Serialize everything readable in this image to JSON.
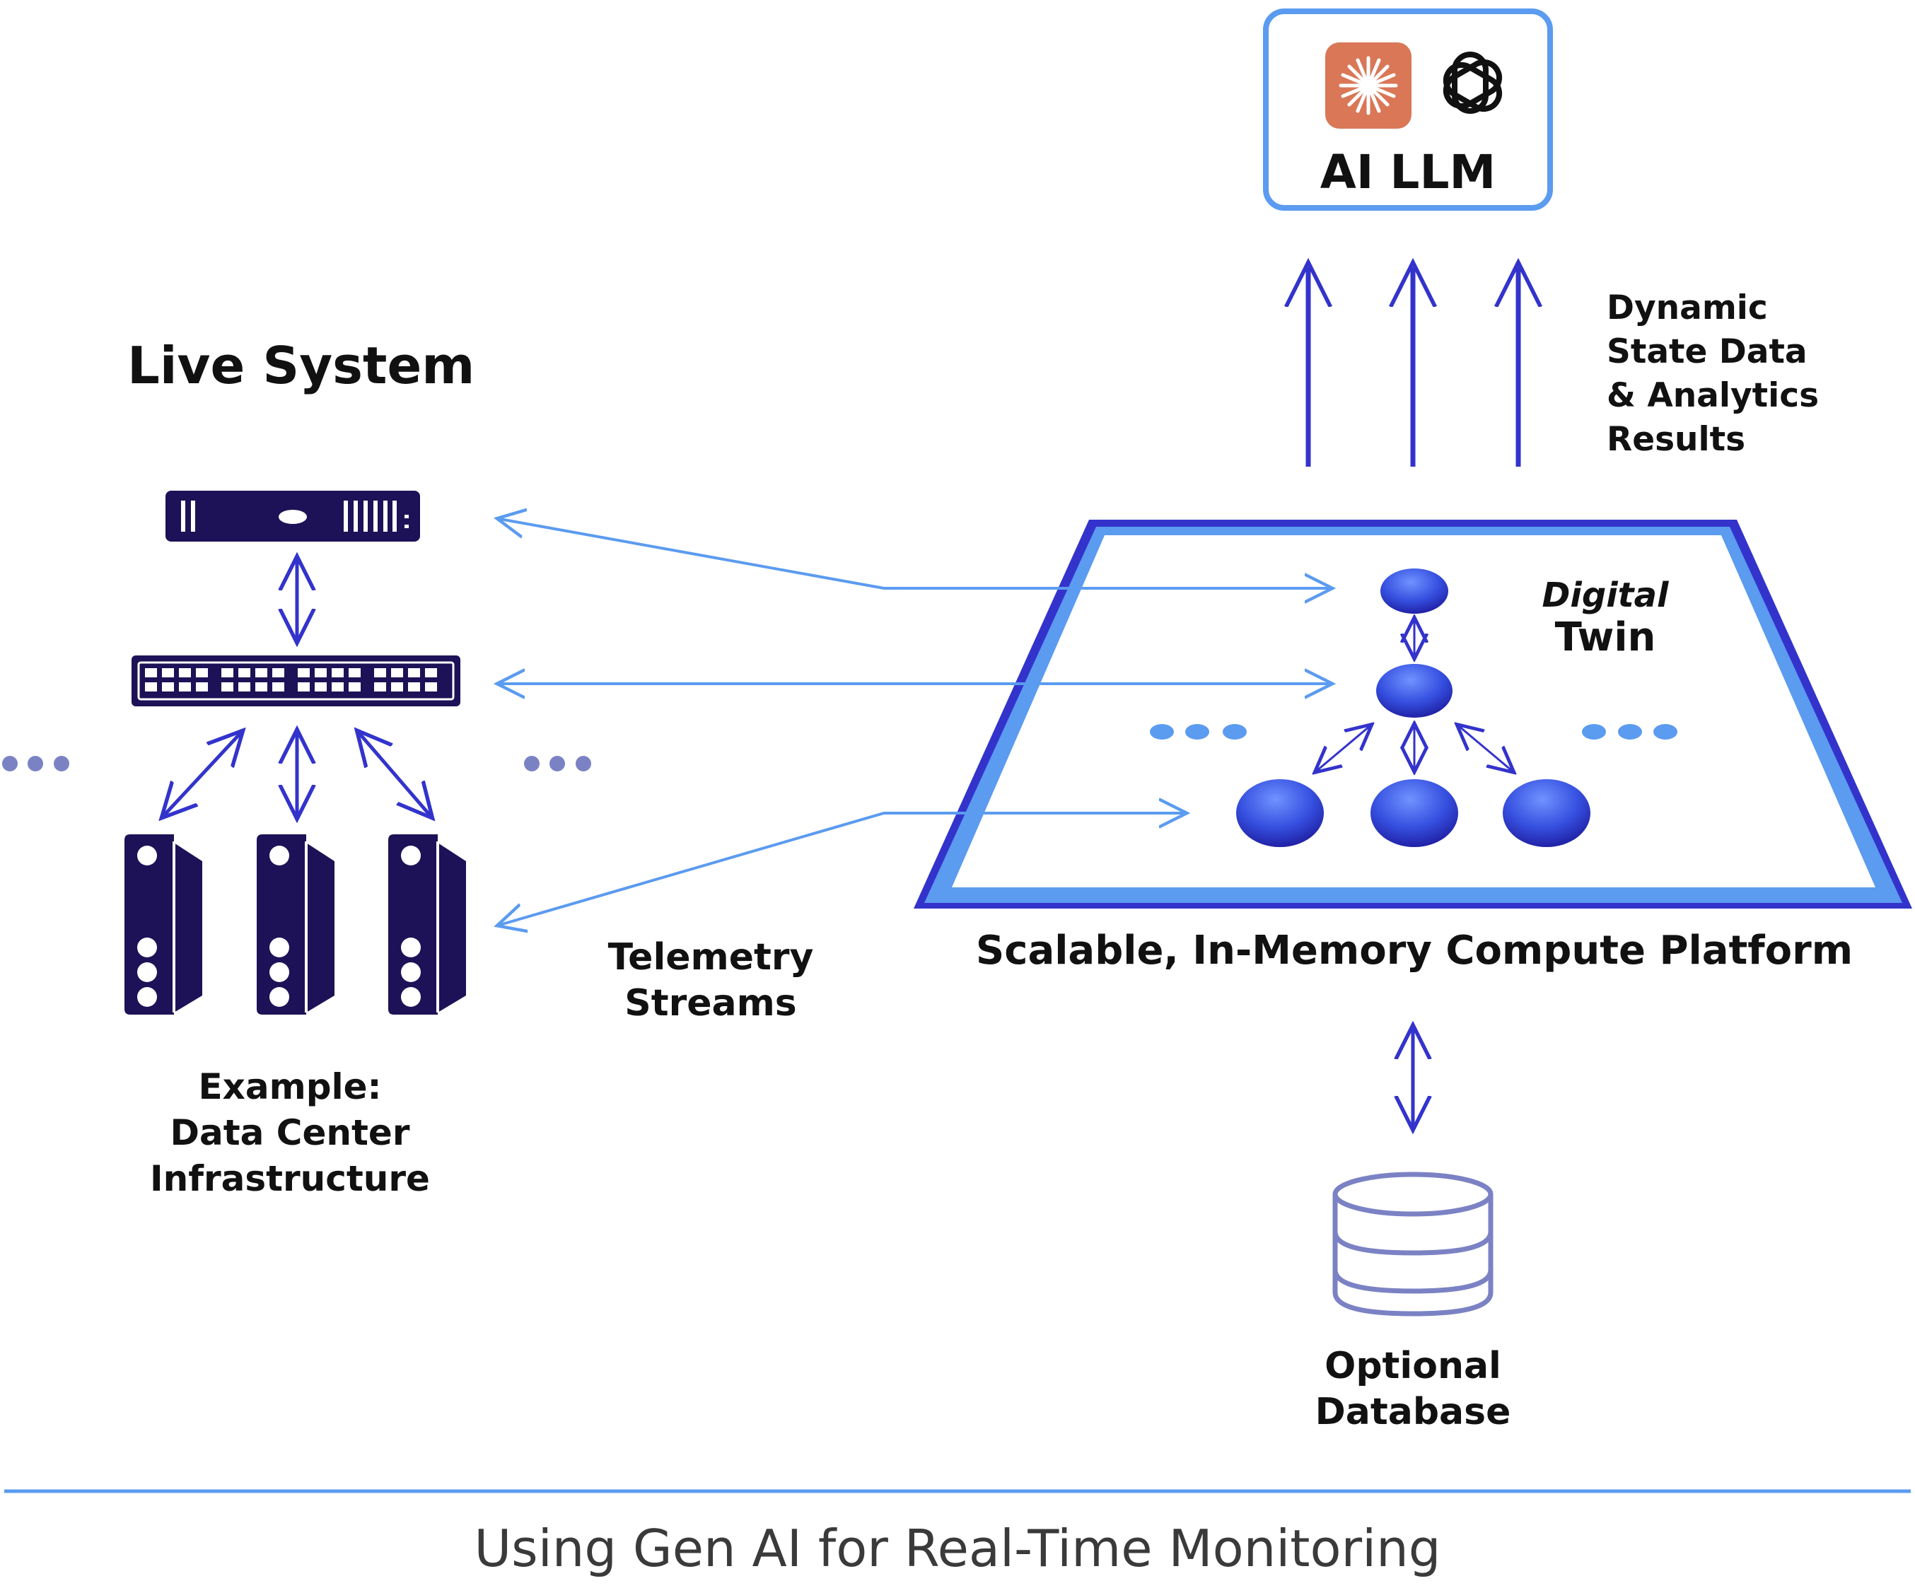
{
  "diagram": {
    "title": "Using Gen AI for Real-Time Monitoring",
    "live_system": {
      "heading": "Live System",
      "caption": [
        "Example:",
        "Data Center",
        "Infrastructure"
      ]
    },
    "telemetry": [
      "Telemetry",
      "Streams"
    ],
    "llm": {
      "label": "AI LLM",
      "icons": [
        "sparkle-logo-icon",
        "openai-knot-icon"
      ]
    },
    "dynamic": [
      "Dynamic",
      "State Data",
      "& Analytics",
      "Results"
    ],
    "platform": {
      "label": "Scalable, In-Memory Compute Platform"
    },
    "digital_twin": [
      "Digital",
      "Twin"
    ],
    "database": [
      "Optional",
      "Database"
    ]
  },
  "colors": {
    "navy": "#1d1257",
    "indigo": "#3333cc",
    "light_blue": "#5b9bf0",
    "dots": "#7b82c4",
    "title_gray": "#3a3a3a",
    "sparkle_bg": "#d97757"
  }
}
